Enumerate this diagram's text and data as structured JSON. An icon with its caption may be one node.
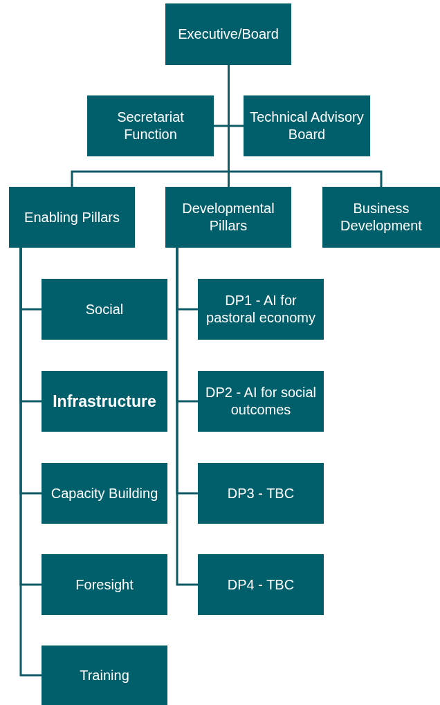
{
  "diagram": {
    "nodes": [
      {
        "text": [
          "Executive/Board"
        ]
      },
      {
        "text": [
          "Secretariat Function"
        ]
      },
      {
        "text": [
          "Technical Advisory Board"
        ]
      },
      {
        "text": [
          "Enabling Pillars"
        ]
      },
      {
        "text": [
          "Developmental Pillars"
        ]
      },
      {
        "text": [
          "Business Development"
        ]
      },
      {
        "text": [
          "Social"
        ]
      },
      {
        "text": [
          "Infrastructure"
        ]
      },
      {
        "text": [
          "Capacity Building"
        ]
      },
      {
        "text": [
          "Foresight"
        ]
      },
      {
        "text": [
          "Training"
        ]
      },
      {
        "text": [
          "DP1 - AI for pastoral economy"
        ]
      },
      {
        "text": [
          "DP2 - AI for social outcomes"
        ]
      },
      {
        "text": [
          "DP3 - TBC"
        ]
      },
      {
        "text": [
          "DP4 - TBC"
        ]
      }
    ],
    "edges": [
      {
        "from": 0,
        "to": 1,
        "arrow": "none"
      },
      {
        "from": 0,
        "to": 2,
        "arrow": "none"
      },
      {
        "from": 0,
        "to": 3,
        "arrow": "none"
      },
      {
        "from": 0,
        "to": 4,
        "arrow": "none"
      },
      {
        "from": 0,
        "to": 5,
        "arrow": "none"
      },
      {
        "from": 3,
        "to": 6,
        "arrow": "none"
      },
      {
        "from": 3,
        "to": 7,
        "arrow": "none"
      },
      {
        "from": 3,
        "to": 8,
        "arrow": "none"
      },
      {
        "from": 3,
        "to": 9,
        "arrow": "none"
      },
      {
        "from": 3,
        "to": 10,
        "arrow": "none"
      },
      {
        "from": 4,
        "to": 11,
        "arrow": "none"
      },
      {
        "from": 4,
        "to": 12,
        "arrow": "none"
      },
      {
        "from": 4,
        "to": 13,
        "arrow": "none"
      },
      {
        "from": 4,
        "to": 14,
        "arrow": "none"
      }
    ]
  }
}
